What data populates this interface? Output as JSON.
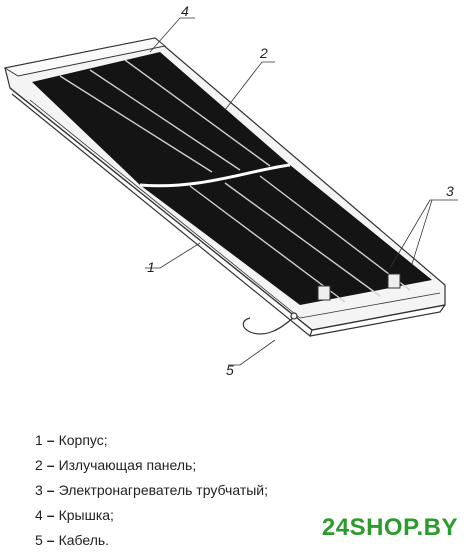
{
  "callouts": [
    {
      "id": "1",
      "label": "1"
    },
    {
      "id": "2",
      "label": "2"
    },
    {
      "id": "3",
      "label": "3"
    },
    {
      "id": "4",
      "label": "4"
    },
    {
      "id": "5",
      "label": "5"
    }
  ],
  "legend": [
    {
      "num": "1",
      "text": "Корпус;"
    },
    {
      "num": "2",
      "text": "Излучающая панель;"
    },
    {
      "num": "3",
      "text": "Электронагреватель трубчатый;"
    },
    {
      "num": "4",
      "text": "Крышка;"
    },
    {
      "num": "5",
      "text": "Кабель."
    }
  ],
  "watermark": "24SHOP.BY",
  "colors": {
    "panel": "#141414",
    "line": "#333333",
    "watermark": "#2c9a2c"
  }
}
